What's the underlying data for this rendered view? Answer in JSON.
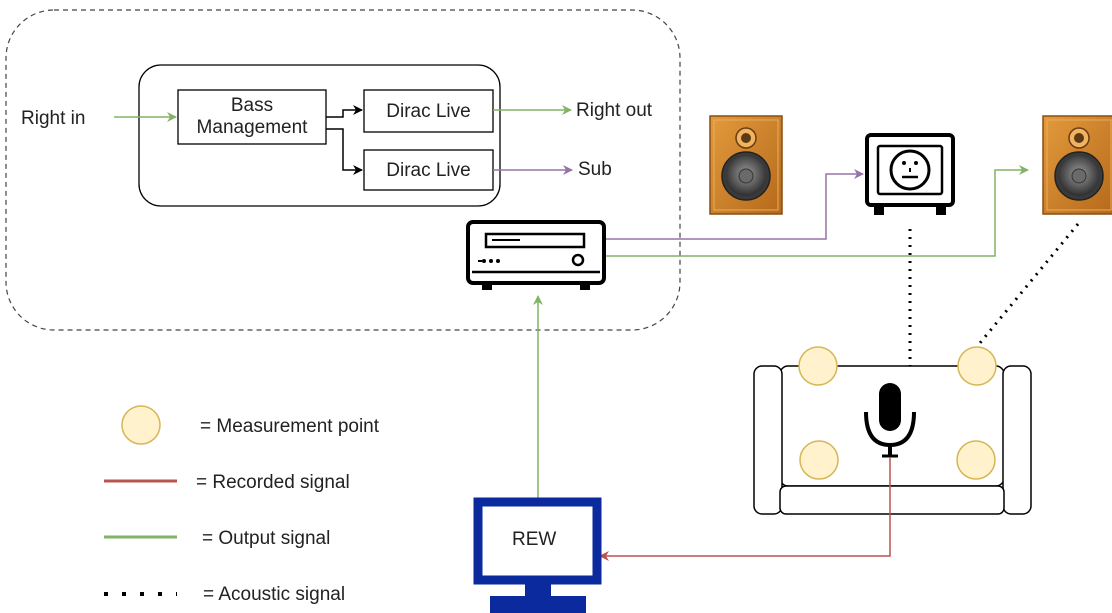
{
  "processing": {
    "input_label": "Right in",
    "bass_management_line1": "Bass",
    "bass_management_line2": "Management",
    "dirac_top": "Dirac Live",
    "dirac_bottom": "Dirac Live",
    "output_right": "Right out",
    "output_sub": "Sub"
  },
  "computer": {
    "label": "REW",
    "color": "#0a2a9e"
  },
  "legend": {
    "measurement_point": "= Measurement point",
    "recorded_signal": "= Recorded signal",
    "output_signal": "= Output signal",
    "acoustic_signal": "= Acoustic signal"
  },
  "colors": {
    "output_signal": "#82b366",
    "sub_signal": "#9673a6",
    "recorded_signal": "#b85450",
    "measurement_point_fill": "#fff2cc",
    "measurement_point_stroke": "#d6b656",
    "speaker_wood": "#c97a22"
  },
  "icons": {
    "receiver": "av-receiver-icon",
    "subwoofer": "subwoofer-icon",
    "speaker": "speaker-icon",
    "microphone": "microphone-icon",
    "monitor": "monitor-icon",
    "sofa": "sofa-icon"
  }
}
